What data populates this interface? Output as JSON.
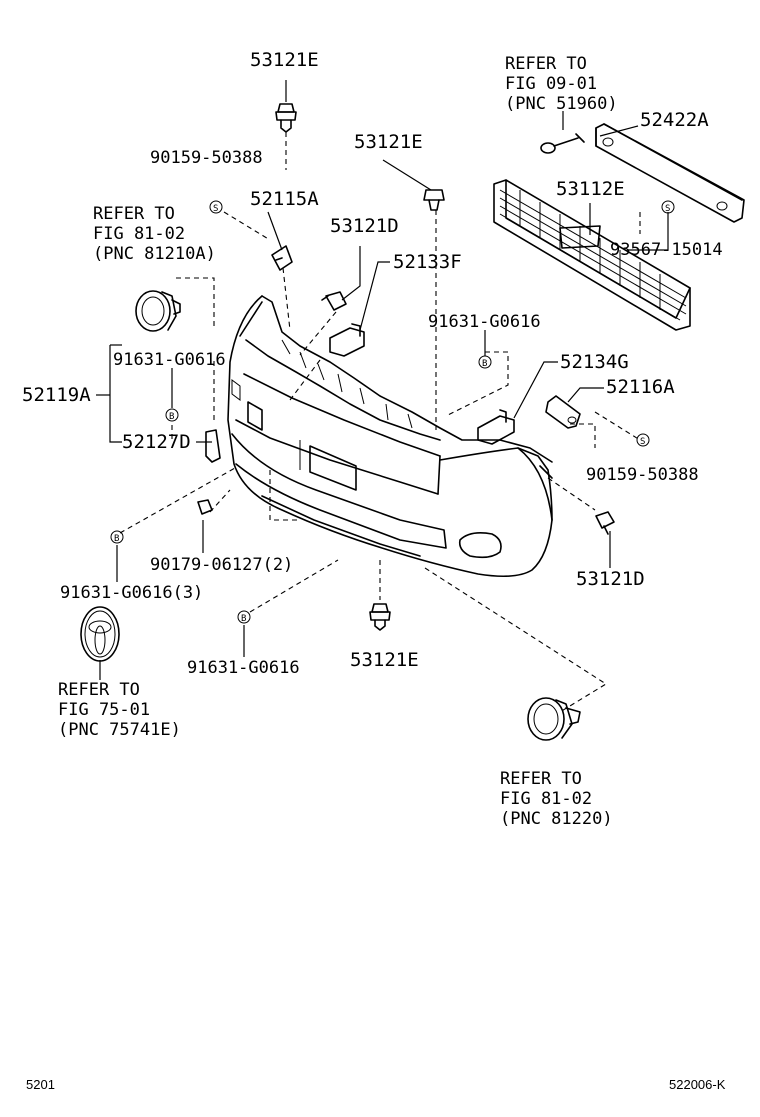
{
  "diagram": {
    "labels": {
      "p53121e_top": "53121E",
      "p90159_50388_a": "90159-50388",
      "p52115a": "52115A",
      "ref_81210a_l1": "REFER TO",
      "ref_81210a_l2": "FIG 81-02",
      "ref_81210a_l3": "(PNC 81210A)",
      "ref_51960_l1": "REFER TO",
      "ref_51960_l2": "FIG 09-01",
      "ref_51960_l3": "(PNC 51960)",
      "p52422a": "52422A",
      "p53121e_mid": "53121E",
      "p53112e": "53112E",
      "p93567_15014": "93567-15014",
      "p53121d_top": "53121D",
      "p52133f": "52133F",
      "p91631_g0616_r": "91631-G0616",
      "p91631_g0616_l": "91631-G0616",
      "p52119a": "52119A",
      "p52134g": "52134G",
      "p52116a": "52116A",
      "p52127d": "52127D",
      "p90159_50388_b": "90159-50388",
      "p90179_06127": "90179-06127(2)",
      "p53121d_bot": "53121D",
      "p91631_g0616_3": "91631-G0616(3)",
      "p91631_g0616_b": "91631-G0616",
      "p53121e_bot": "53121E",
      "ref_75741e_l1": "REFER TO",
      "ref_75741e_l2": "FIG 75-01",
      "ref_75741e_l3": "(PNC 75741E)",
      "ref_81220_l1": "REFER TO",
      "ref_81220_l2": "FIG 81-02",
      "ref_81220_l3": "(PNC 81220)",
      "washer_mark": "S",
      "clip_mark": "B"
    },
    "footer": {
      "page_no": "5201",
      "ref_code": "522006-K"
    }
  }
}
